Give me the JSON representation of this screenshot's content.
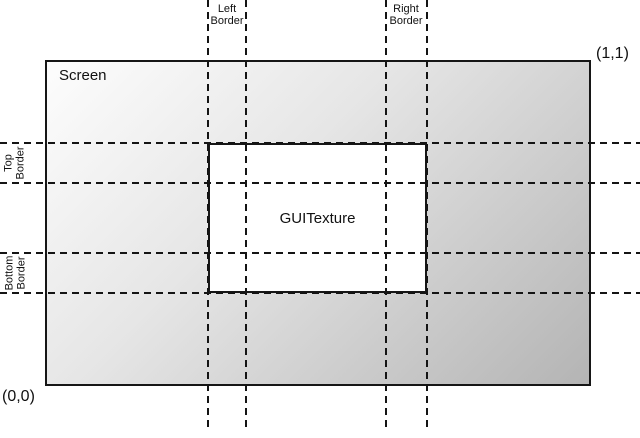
{
  "diagram": {
    "screen": {
      "label": "Screen"
    },
    "texture": {
      "label": "GUITexture"
    },
    "borders": {
      "left": {
        "label": "Left\nBorder"
      },
      "right": {
        "label": "Right\nBorder"
      },
      "top": {
        "label": "Top\nBorder"
      },
      "bottom": {
        "label": "Bottom\nBorder"
      }
    },
    "coordinates": {
      "top_right": "(1,1)",
      "bottom_left": "(0,0)"
    },
    "colors": {
      "line": "#141414",
      "screen_gradient_start": "#fdfdfd",
      "screen_gradient_end": "#b4b4b4",
      "texture_fill": "#ffffff"
    }
  }
}
